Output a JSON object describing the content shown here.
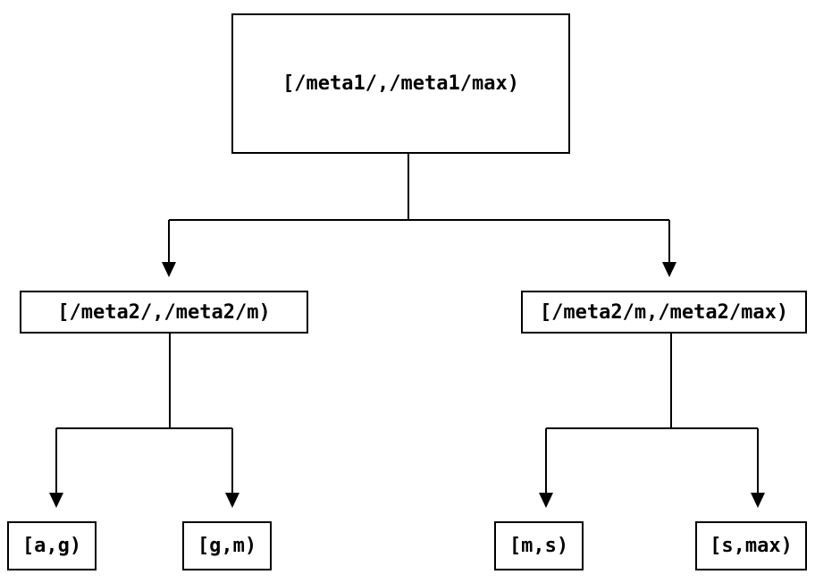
{
  "diagram": {
    "type": "tree",
    "background_color": "#ffffff",
    "stroke_color": "#000000",
    "nodes": {
      "root": {
        "label": "[/meta1/,/meta1/max)"
      },
      "meta2_low": {
        "label": "[/meta2/,/meta2/m)"
      },
      "meta2_high": {
        "label": "[/meta2/m,/meta2/max)"
      },
      "leaf_ag": {
        "label": "[a,g)"
      },
      "leaf_gm": {
        "label": "[g,m)"
      },
      "leaf_ms": {
        "label": "[m,s)"
      },
      "leaf_smax": {
        "label": "[s,max)"
      }
    },
    "edges": [
      {
        "from": "root",
        "to": "meta2_low"
      },
      {
        "from": "root",
        "to": "meta2_high"
      },
      {
        "from": "meta2_low",
        "to": "leaf_ag"
      },
      {
        "from": "meta2_low",
        "to": "leaf_gm"
      },
      {
        "from": "meta2_high",
        "to": "leaf_ms"
      },
      {
        "from": "meta2_high",
        "to": "leaf_smax"
      }
    ]
  }
}
